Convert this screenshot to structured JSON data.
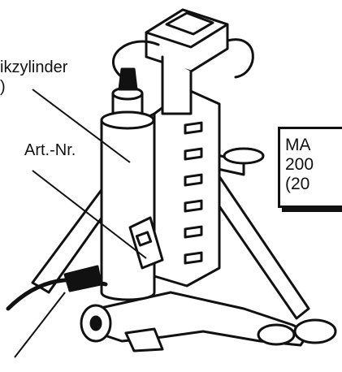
{
  "labels": {
    "cylinder": "ikzylinder",
    "cylinder_sub": ")",
    "art_nr": "Art.-Nr."
  },
  "plate": {
    "line1": "MA",
    "line2": "200",
    "line3": "(20"
  },
  "icons": [
    "jack-stand-illustration"
  ]
}
